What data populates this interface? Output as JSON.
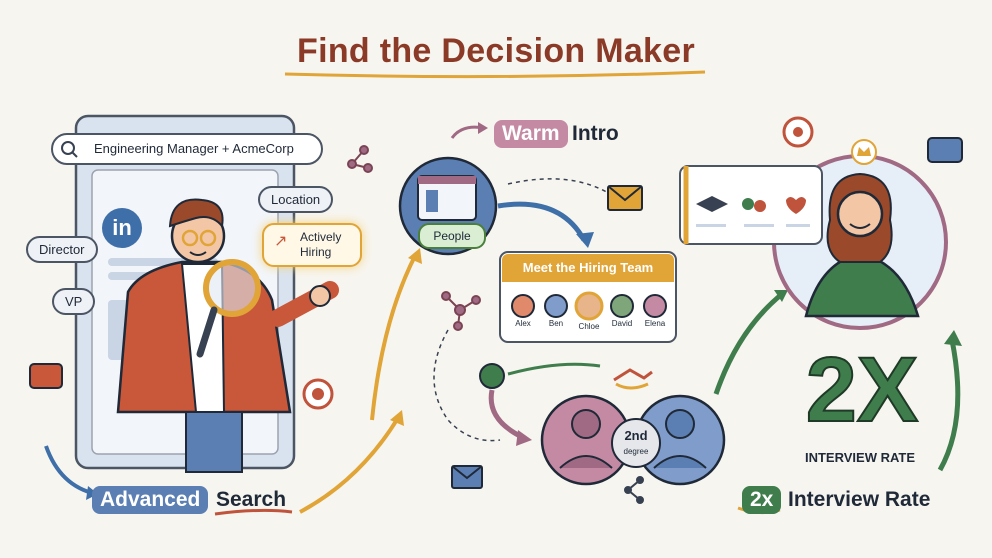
{
  "title": "Find the Decision Maker",
  "search": {
    "query": "Engineering Manager + AcmeCorp",
    "filters": [
      "Director",
      "VP",
      "Location"
    ],
    "actively_hiring": "Actively Hiring",
    "logo_text": "in"
  },
  "advanced_search": {
    "highlight": "Advanced",
    "word": "Search"
  },
  "warm_intro": {
    "highlight": "Warm",
    "word": "Intro",
    "people_label": "People"
  },
  "hiring_team": {
    "title": "Meet the Hiring Team",
    "members": [
      "Alex",
      "Ben",
      "Chloe",
      "David",
      "Elena"
    ]
  },
  "connection": {
    "degree_top": "2nd",
    "degree_bottom": "degree"
  },
  "result": {
    "metric": "2X",
    "metric_caption": "INTERVIEW RATE",
    "highlight": "2x",
    "word": "Interview Rate"
  },
  "colors": {
    "title": "#8a3a26",
    "blue": "#5b7fb3",
    "orange": "#e0a437",
    "green": "#3f7d4c",
    "mauve": "#a06a84",
    "red": "#c0533b"
  }
}
